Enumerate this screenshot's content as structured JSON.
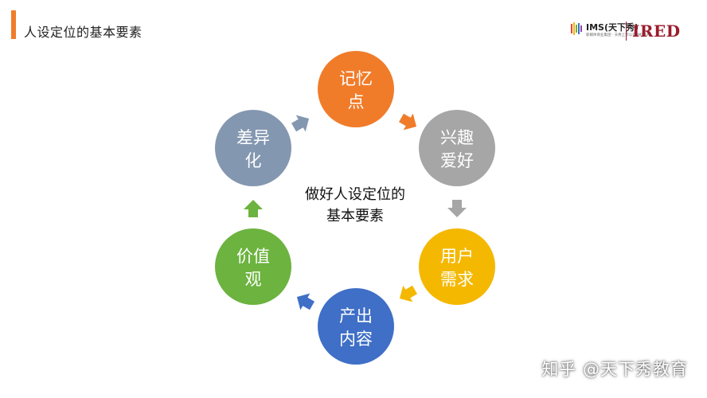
{
  "header": {
    "title": "人设定位的基本要素",
    "accent_color": "#F07C2A"
  },
  "logo": {
    "ims_text": "IMS(天下秀)",
    "ims_sub": "新媒体商业集团 · 天秀上市公司 IMS.SH",
    "ired_text": "IRED",
    "ired_color": "#9B1C2C"
  },
  "diagram": {
    "center_lines": [
      "做好人设定位的",
      "基本要素"
    ],
    "nodes": [
      {
        "id": "memory",
        "lines": [
          "记忆",
          "点"
        ],
        "color": "#F07C2A"
      },
      {
        "id": "interest",
        "lines": [
          "兴趣",
          "爱好"
        ],
        "color": "#A6A6A6"
      },
      {
        "id": "needs",
        "lines": [
          "用户",
          "需求"
        ],
        "color": "#F4B800"
      },
      {
        "id": "content",
        "lines": [
          "产出",
          "内容"
        ],
        "color": "#3F6FC6"
      },
      {
        "id": "values",
        "lines": [
          "价值",
          "观"
        ],
        "color": "#6CB33F"
      },
      {
        "id": "differ",
        "lines": [
          "差异",
          "化"
        ],
        "color": "#8497B0"
      }
    ]
  },
  "watermark": "知乎 @天下秀教育"
}
